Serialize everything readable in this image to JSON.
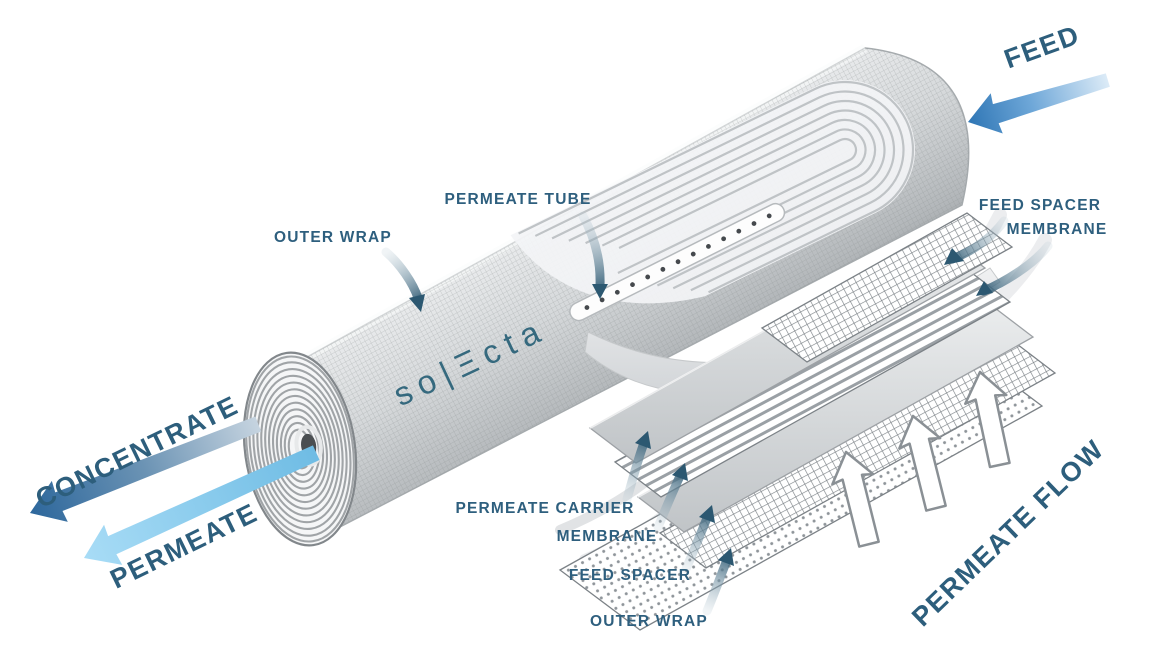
{
  "brand": {
    "logo_text": "so|Ξcta"
  },
  "flow_labels": {
    "feed": "FEED",
    "concentrate": "CONCENTRATE",
    "permeate": "PERMEATE",
    "permeate_flow": "PERMEATE FLOW"
  },
  "part_labels": {
    "permeate_tube": "PERMEATE TUBE",
    "outer_wrap_top": "OUTER WRAP",
    "feed_spacer_right": "FEED SPACER",
    "membrane_right": "MEMBRANE",
    "permeate_carrier": "PERMEATE CARRIER",
    "membrane_bottom": "MEMBRANE",
    "feed_spacer_bottom": "FEED SPACER",
    "outer_wrap_bottom": "OUTER WRAP"
  },
  "colors": {
    "label_text": "#2e5f7e",
    "logo_text": "#35697e",
    "feed_arrow_head": "#2f76b5",
    "feed_arrow_tail": "#dcebf7",
    "concentrate_arrow_head": "#2d679c",
    "permeate_arrow": "#7cc4e9",
    "pointer_arrow": "#2c5871",
    "cylinder_light": "#f4f5f6",
    "cylinder_dark": "#898e92"
  }
}
